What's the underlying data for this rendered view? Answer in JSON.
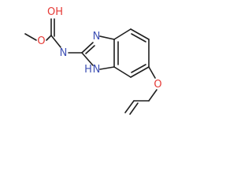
{
  "structure": {
    "atoms": {
      "carbonyl_o": {
        "label": "O",
        "color": "#e53935"
      },
      "hydroxyl_group": {
        "label": "OH",
        "color": "#e53935"
      },
      "carbamate_n": {
        "label": "N",
        "color": "#3f51b5"
      },
      "imidazole_n_top": {
        "label": "N",
        "color": "#3f51b5"
      },
      "imidazole_nh": {
        "label": "N",
        "color": "#3f51b5"
      },
      "imidazole_nh_h": {
        "label": "H",
        "color": "#3f51b5"
      },
      "ether_o": {
        "label": "O",
        "color": "#e53935"
      }
    }
  }
}
